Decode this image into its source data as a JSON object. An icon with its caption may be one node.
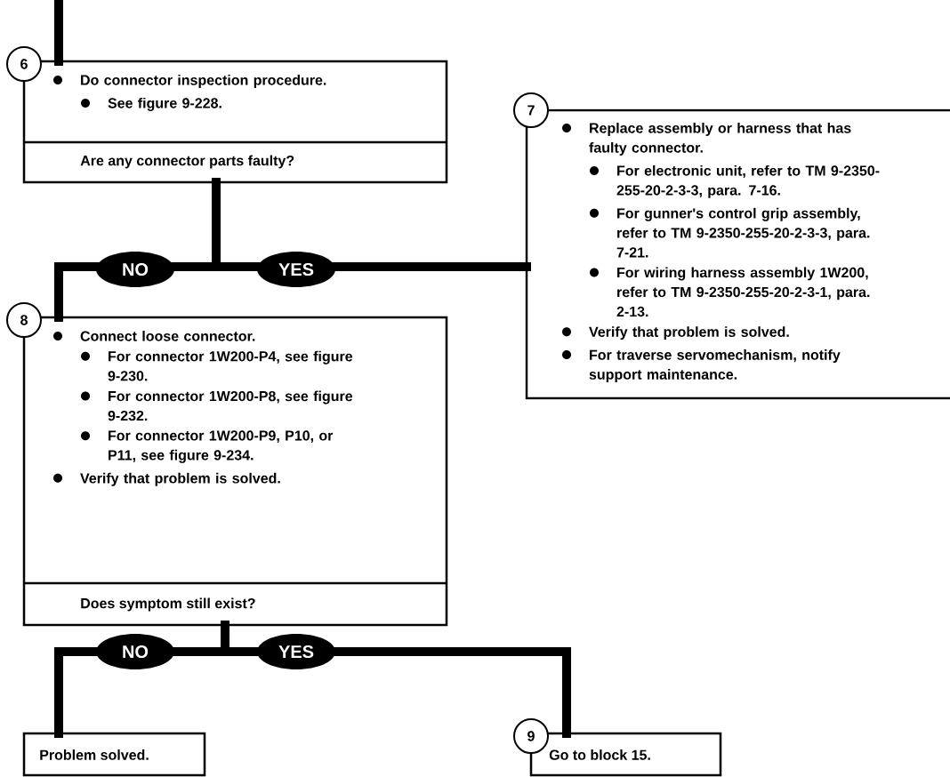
{
  "diagram": {
    "nodes": [
      {
        "text": [
          "6",
          "Do connector inspection procedure.",
          "See figure 9-228.",
          "Are any connector parts faulty?"
        ]
      },
      {
        "text": [
          "7",
          "Replace assembly or harness that has faulty connector.",
          "For electronic unit, refer to TM 9-2350-255-20-2-3-3, para. 7-16.",
          "For gunner's control grip assembly, refer to TM 9-2350-255-20-2-3-3, para. 7-21.",
          "For wiring harness assembly 1W200, refer to TM 9-2350-255-20-2-3-1, para. 2-13.",
          "Verify that problem is solved.",
          "For traverse servomechanism, notify support maintenance."
        ]
      },
      {
        "text": [
          "8",
          "Connect loose connector.",
          "For connector 1W200-P4, see figure 9-230.",
          "For connector 1W200-P8, see figure 9-232.",
          "For connector 1W200-P9, P10, or P11, see figure 9-234.",
          "Verify that problem is solved.",
          "Does symptom still exist?"
        ]
      },
      {
        "text": [
          "Problem solved."
        ]
      },
      {
        "text": [
          "9",
          "Go to block 15."
        ]
      }
    ],
    "edges": [
      {
        "from": null,
        "to": 0,
        "arrow": "none"
      },
      {
        "from": 0,
        "to": 2,
        "arrow": "none",
        "label": "NO"
      },
      {
        "from": 0,
        "to": 1,
        "arrow": "none",
        "label": "YES"
      },
      {
        "from": 2,
        "to": 3,
        "arrow": "none",
        "label": "NO"
      },
      {
        "from": 2,
        "to": 4,
        "arrow": "none",
        "label": "YES"
      }
    ]
  }
}
